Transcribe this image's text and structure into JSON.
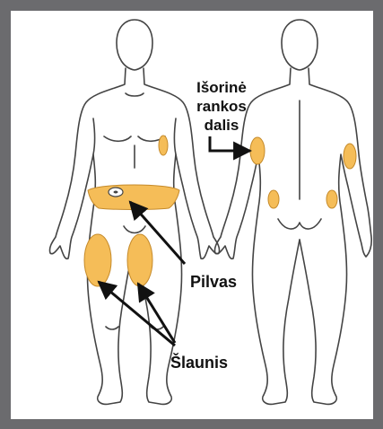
{
  "labels": {
    "arm_line1": "Išorinė",
    "arm_line2": "rankos",
    "arm_line3": "dalis",
    "belly": "Pilvas",
    "thigh": "Šlaunis"
  },
  "colors": {
    "frame": "#6b6b6e",
    "injection_site": "#f5bd58",
    "outline": "#444444",
    "arrow": "#111111"
  }
}
